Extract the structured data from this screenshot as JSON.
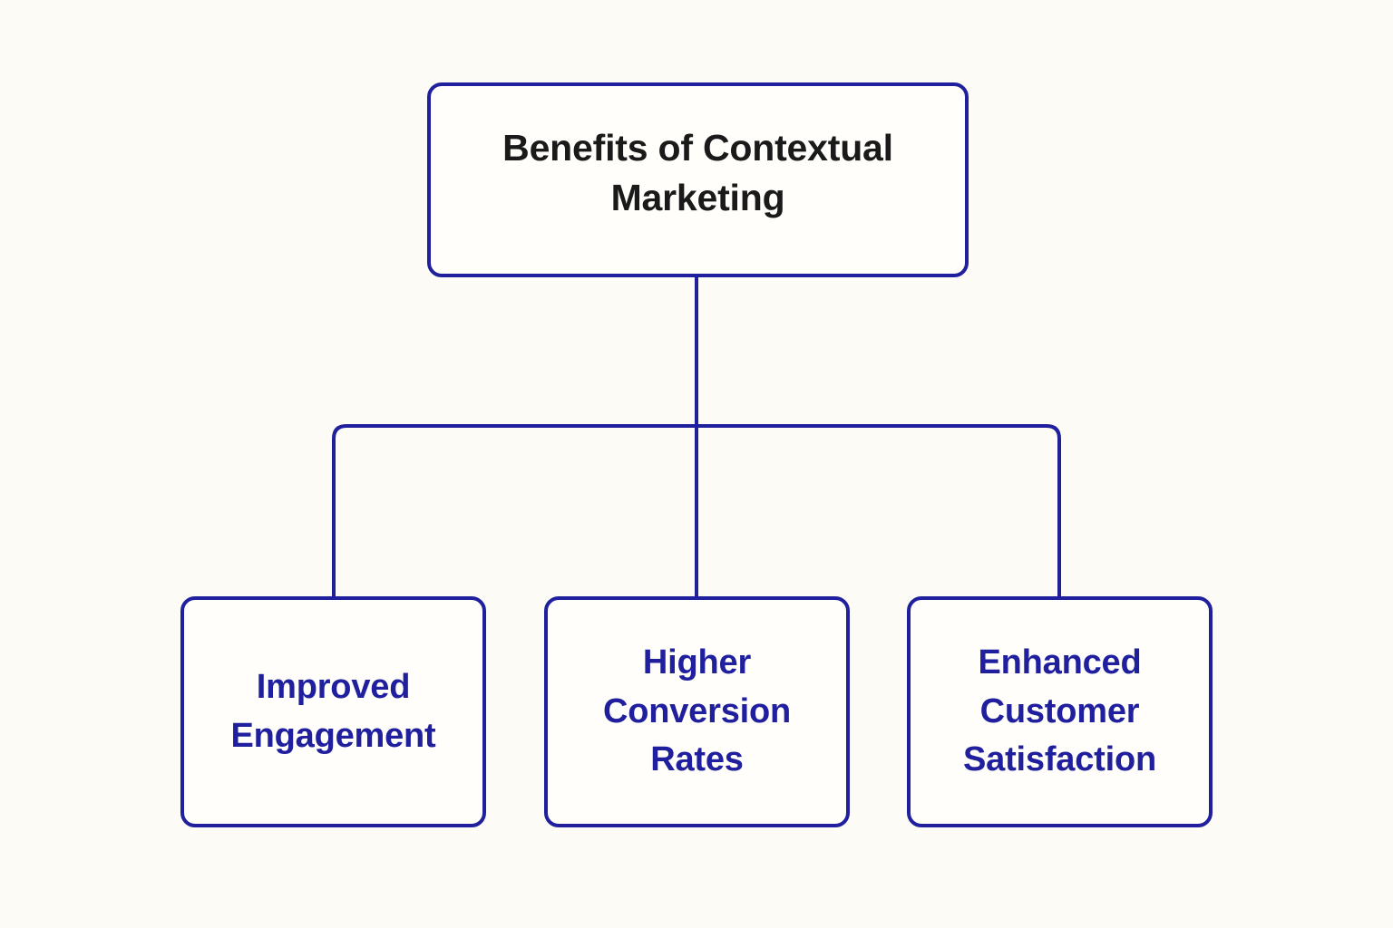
{
  "diagram": {
    "type": "hierarchy-tree",
    "orientation": "top-down",
    "background_color": "#fdfbf5",
    "node_fill_color": "#fffefa",
    "border_color": "#20209f",
    "connector_color": "#20209f",
    "root_text_color": "#1a1a1a",
    "child_text_color": "#20209f",
    "root": {
      "label": "Benefits of Contextual\nMarketing"
    },
    "children": [
      {
        "label": "Improved\nEngagement"
      },
      {
        "label": "Higher\nConversion\nRates"
      },
      {
        "label": "Enhanced\nCustomer\nSatisfaction"
      }
    ]
  }
}
